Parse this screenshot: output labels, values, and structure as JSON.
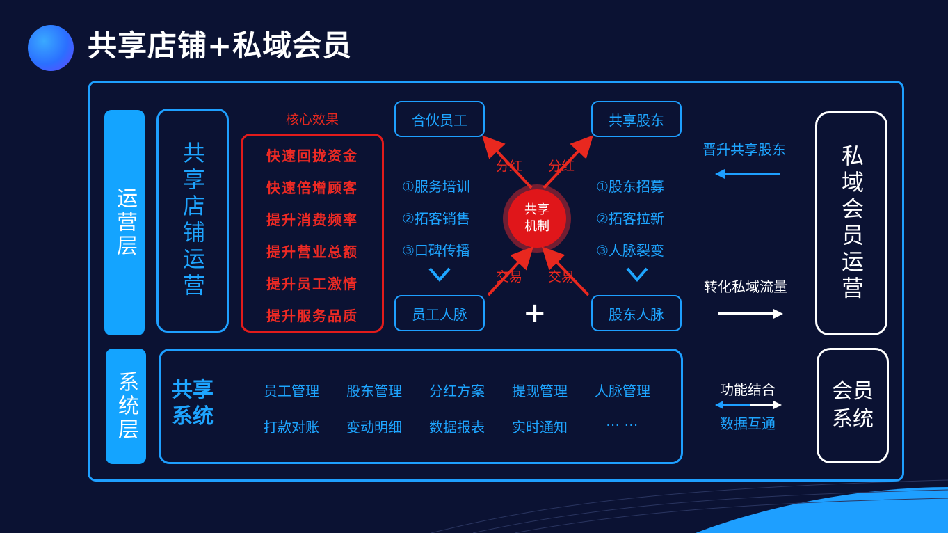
{
  "title": "共享店铺+私域会员",
  "layers": {
    "ops": "运营层",
    "sys": "系统层"
  },
  "shop_ops": "共享店铺运营",
  "core_effects": {
    "heading": "核心效果",
    "items": [
      "快速回拢资金",
      "快速倍增顾客",
      "提升消费频率",
      "提升营业总额",
      "提升员工激情",
      "提升服务品质"
    ]
  },
  "mechanism": {
    "partner_staff": "合伙员工",
    "shared_shareholder": "共享股东",
    "staff_network": "员工人脉",
    "shareholder_network": "股东人脉",
    "dividend_left": "分红",
    "dividend_right": "分红",
    "trade_left": "交易",
    "trade_right": "交易",
    "center_line1": "共享",
    "center_line2": "机制",
    "plus": "+",
    "staff_list": [
      "①服务培训",
      "②拓客销售",
      "③口碑传播"
    ],
    "shareholder_list": [
      "①股东招募",
      "②拓客拉新",
      "③人脉裂变"
    ]
  },
  "private_ops": "私域会员运营",
  "arrows": {
    "promote": "晋升共享股东",
    "convert": "转化私域流量",
    "func_combine": "功能结合",
    "data_interop": "数据互通"
  },
  "shared_system": {
    "title_line1": "共享",
    "title_line2": "系统",
    "row1": [
      "员工管理",
      "股东管理",
      "分红方案",
      "提现管理",
      "人脉管理"
    ],
    "row2": [
      "打款对账",
      "变动明细",
      "数据报表",
      "实时通知",
      "⋯ ⋯"
    ]
  },
  "member_system": {
    "line1": "会员",
    "line2": "系统"
  },
  "colors": {
    "background": "#0b1233",
    "accent_blue": "#1ea5ff",
    "accent_red": "#e8281f"
  }
}
